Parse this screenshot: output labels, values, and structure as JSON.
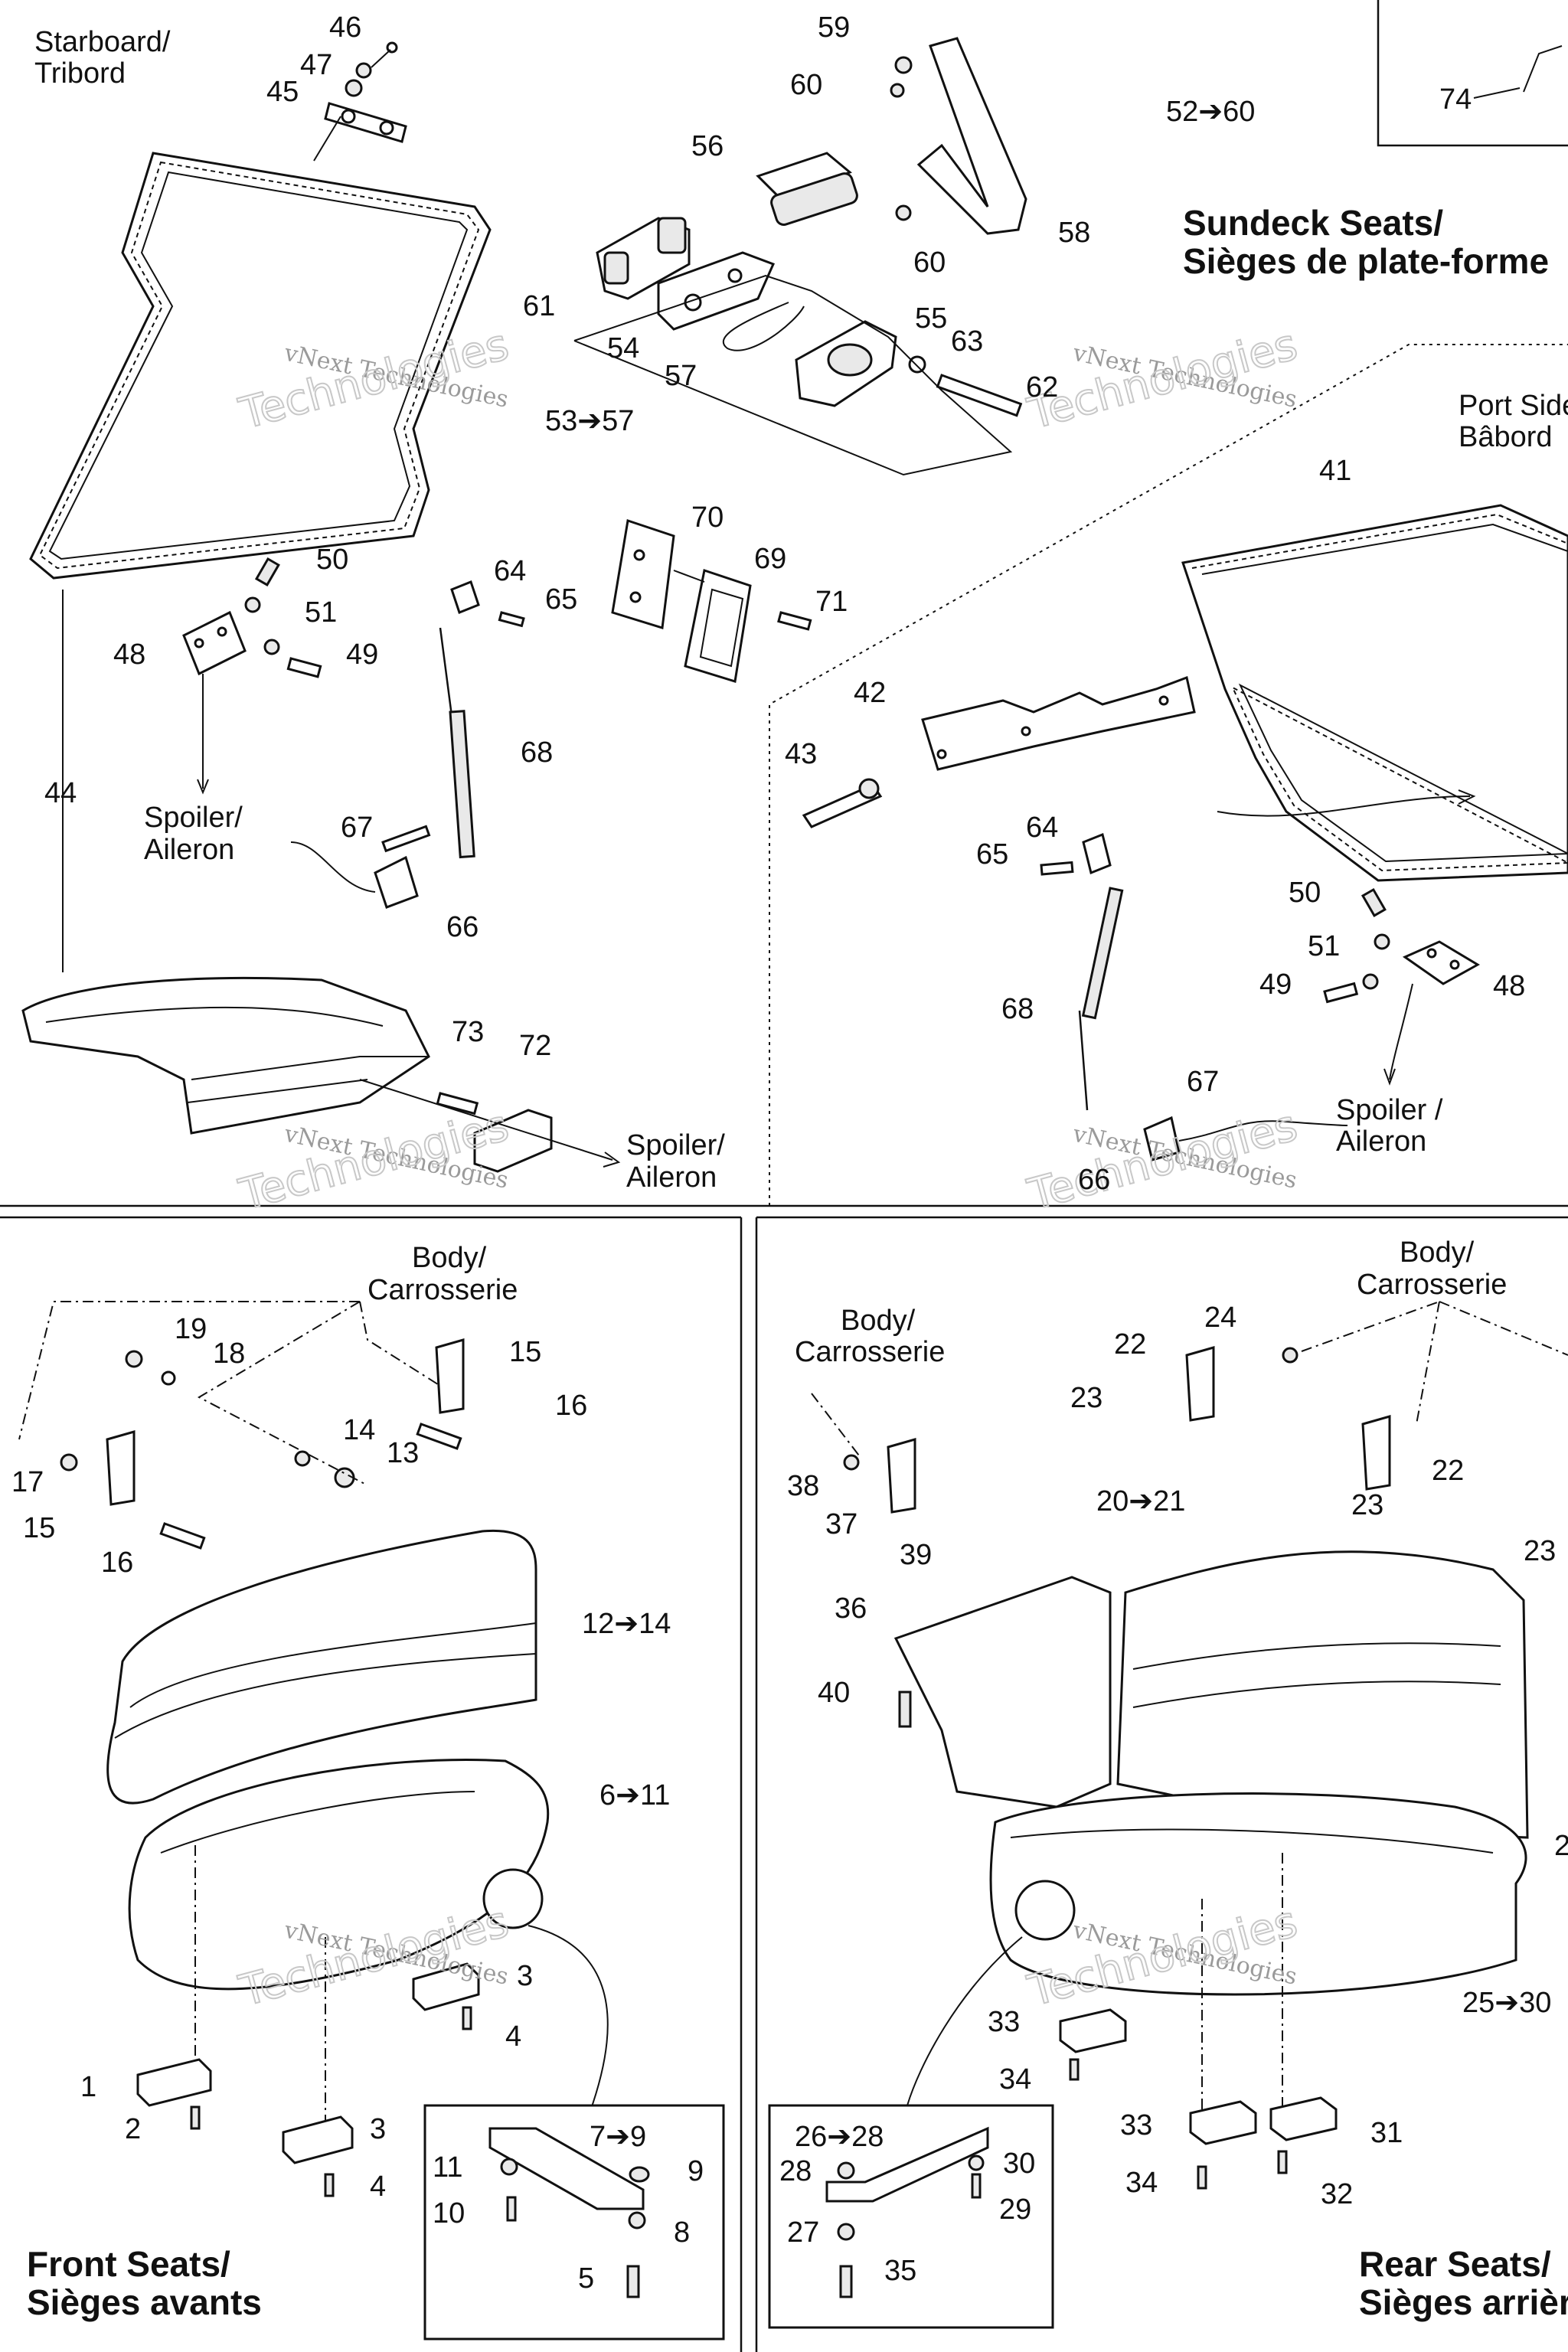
{
  "panels": {
    "sundeck": {
      "title": [
        "Sundeck Seats/",
        "Sièges de plate-forme"
      ],
      "starboard": [
        "Starboard/",
        "Tribord"
      ],
      "port": [
        "Port Side/",
        "Bâbord"
      ],
      "spoiler_left": [
        "Spoiler/",
        "Aileron"
      ],
      "spoiler_bottom": [
        "Spoiler/",
        "Aileron"
      ],
      "spoiler_right": [
        "Spoiler /",
        "Aileron"
      ]
    },
    "front": {
      "title": [
        "Front Seats/",
        "Sièges avants"
      ],
      "body": [
        "Body/",
        "Carrosserie"
      ]
    },
    "rear": {
      "title": [
        "Rear Seats/",
        "Sièges arrière"
      ],
      "body_left": [
        "Body/",
        "Carrosserie"
      ],
      "body_right": [
        "Body/",
        "Carrosserie"
      ]
    }
  },
  "watermark": [
    "vNext Technologies",
    "Technologies"
  ],
  "callouts": {
    "c46": "46",
    "c47": "47",
    "c45": "45",
    "c59": "59",
    "c60a": "60",
    "c60b": "60",
    "c5260": "52➔60",
    "c74": "74",
    "c56": "56",
    "c58": "58",
    "c61": "61",
    "c54": "54",
    "c55": "55",
    "c63": "63",
    "c57": "57",
    "c62": "62",
    "c5357": "53➔57",
    "c41": "41",
    "c70": "70",
    "c69": "69",
    "c71": "71",
    "c50a": "50",
    "c64a": "64",
    "c65a": "65",
    "c51a": "51",
    "c48a": "48",
    "c49a": "49",
    "c44": "44",
    "c68a": "68",
    "c67a": "67",
    "c66a": "66",
    "c73": "73",
    "c72": "72",
    "c42": "42",
    "c43": "43",
    "c64b": "64",
    "c65b": "65",
    "c50b": "50",
    "c51b": "51",
    "c49b": "49",
    "c48b": "48",
    "c68b": "68",
    "c67b": "67",
    "c66b": "66",
    "c19": "19",
    "c18": "18",
    "c15a": "15",
    "c16a": "16",
    "c14": "14",
    "c13": "13",
    "c17": "17",
    "c15b": "15",
    "c16b": "16",
    "c1214": "12➔14",
    "c611": "6➔11",
    "c3a": "3",
    "c4a": "4",
    "c1": "1",
    "c2": "2",
    "c3b": "3",
    "c4b": "4",
    "c79": "7➔9",
    "c11": "11",
    "c9": "9",
    "c10": "10",
    "c8": "8",
    "c5": "5",
    "c24": "24",
    "c22a": "22",
    "c23a": "23",
    "c22b": "22",
    "c23b": "23",
    "c23c": "23",
    "c38": "38",
    "c37": "37",
    "c39": "39",
    "c2021": "20➔21",
    "c36": "36",
    "c40": "40",
    "c2530": "25➔30",
    "c33a": "33",
    "c34a": "34",
    "c33b": "33",
    "c31": "31",
    "c34b": "34",
    "c32": "32",
    "c2628": "26➔28",
    "c30": "30",
    "c28": "28",
    "c29": "29",
    "c27": "27",
    "c35": "35"
  }
}
